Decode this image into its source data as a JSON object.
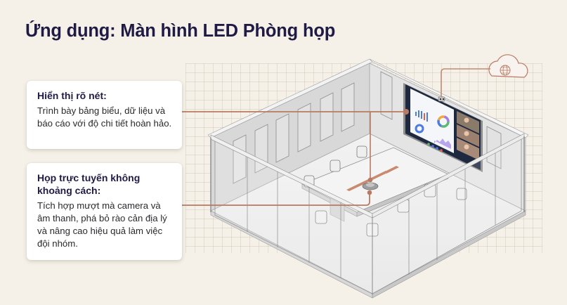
{
  "header": {
    "title": "Ứng dụng: Màn hình LED Phòng họp"
  },
  "features": [
    {
      "title": "Hiển thị rõ nét:",
      "description": "Trình bày bảng biểu, dữ liệu và báo cáo với độ chi tiết hoàn hảo."
    },
    {
      "title": "Họp trực tuyến không khoảng cách:",
      "description": "Tích hợp mượt mà camera và âm thanh, phá bỏ rào cản địa lý và nâng cao hiệu quả làm việc đội nhóm."
    }
  ],
  "illustration": {
    "subject": "isometric-conference-room",
    "elements": [
      "wall-mounted-led-display",
      "ceiling-camera",
      "cloud-globe",
      "conference-table",
      "speakerphone",
      "office-chairs",
      "acoustic-wall-panels",
      "glass-partitions"
    ],
    "screen_panels": [
      "bar-chart",
      "donut-chart",
      "line-area-chart",
      "video-call-participants"
    ],
    "participant_count": 3
  },
  "colors": {
    "background": "#f5f1e8",
    "title": "#1f1b45",
    "accent_copper": "#b87a62",
    "grid_line": "#cfc7b8",
    "card_bg": "#ffffff"
  }
}
